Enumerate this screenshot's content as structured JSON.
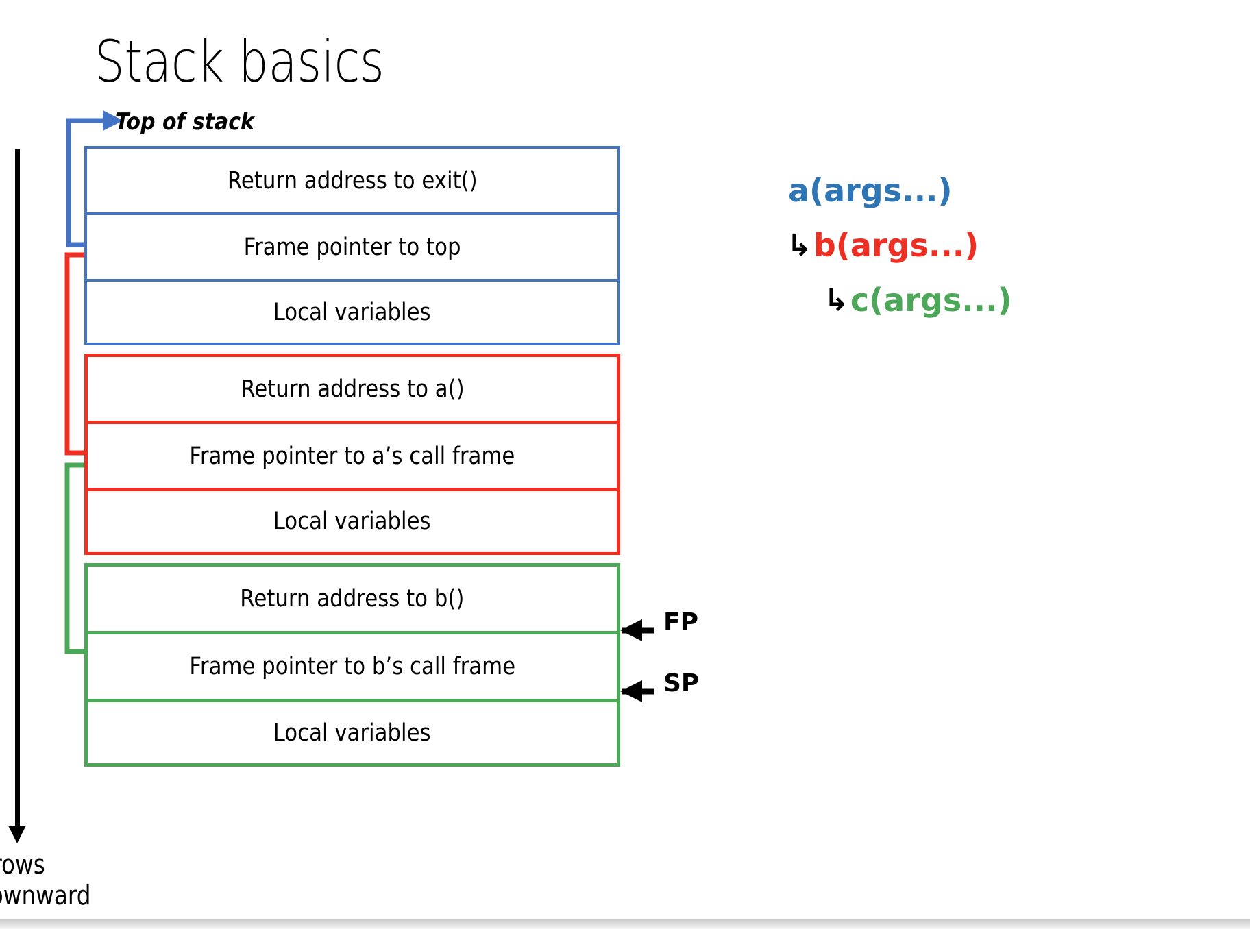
{
  "slide": {
    "title": "Stack basics",
    "top_of_stack_label": "Top of stack",
    "grows_downward_line1": "Grows",
    "grows_downward_line2": "downward"
  },
  "colors": {
    "frame_a": "#4472c4",
    "frame_b": "#ed2f24",
    "frame_c": "#4ca858",
    "text": "#000000",
    "background": "#ffffff"
  },
  "stack": {
    "frames": [
      {
        "name": "a-call-frame",
        "color": "#4472c4",
        "rows": [
          {
            "label": "Return address to exit()"
          },
          {
            "label": "Frame pointer to top"
          },
          {
            "label": "Local variables"
          }
        ]
      },
      {
        "name": "b-call-frame",
        "color": "#ed2f24",
        "rows": [
          {
            "label": "Return address to a()"
          },
          {
            "label": "Frame pointer to a’s call frame"
          },
          {
            "label": "Local variables"
          }
        ]
      },
      {
        "name": "c-call-frame",
        "color": "#4ca858",
        "rows": [
          {
            "label": "Return address to b()"
          },
          {
            "label": "Frame pointer to b’s call frame"
          },
          {
            "label": "Local variables"
          }
        ]
      }
    ]
  },
  "registers": [
    {
      "name": "frame-pointer",
      "label": "FP"
    },
    {
      "name": "stack-pointer",
      "label": "SP"
    }
  ],
  "call_chain": [
    {
      "name": "call-a",
      "arrow": "",
      "label": "a(args...)",
      "color": "#2e75b6"
    },
    {
      "name": "call-b",
      "arrow": "↳",
      "label": "b(args...)",
      "color": "#ed2f24"
    },
    {
      "name": "call-c",
      "arrow": "↳",
      "label": "c(args...)",
      "color": "#4ca858"
    }
  ]
}
